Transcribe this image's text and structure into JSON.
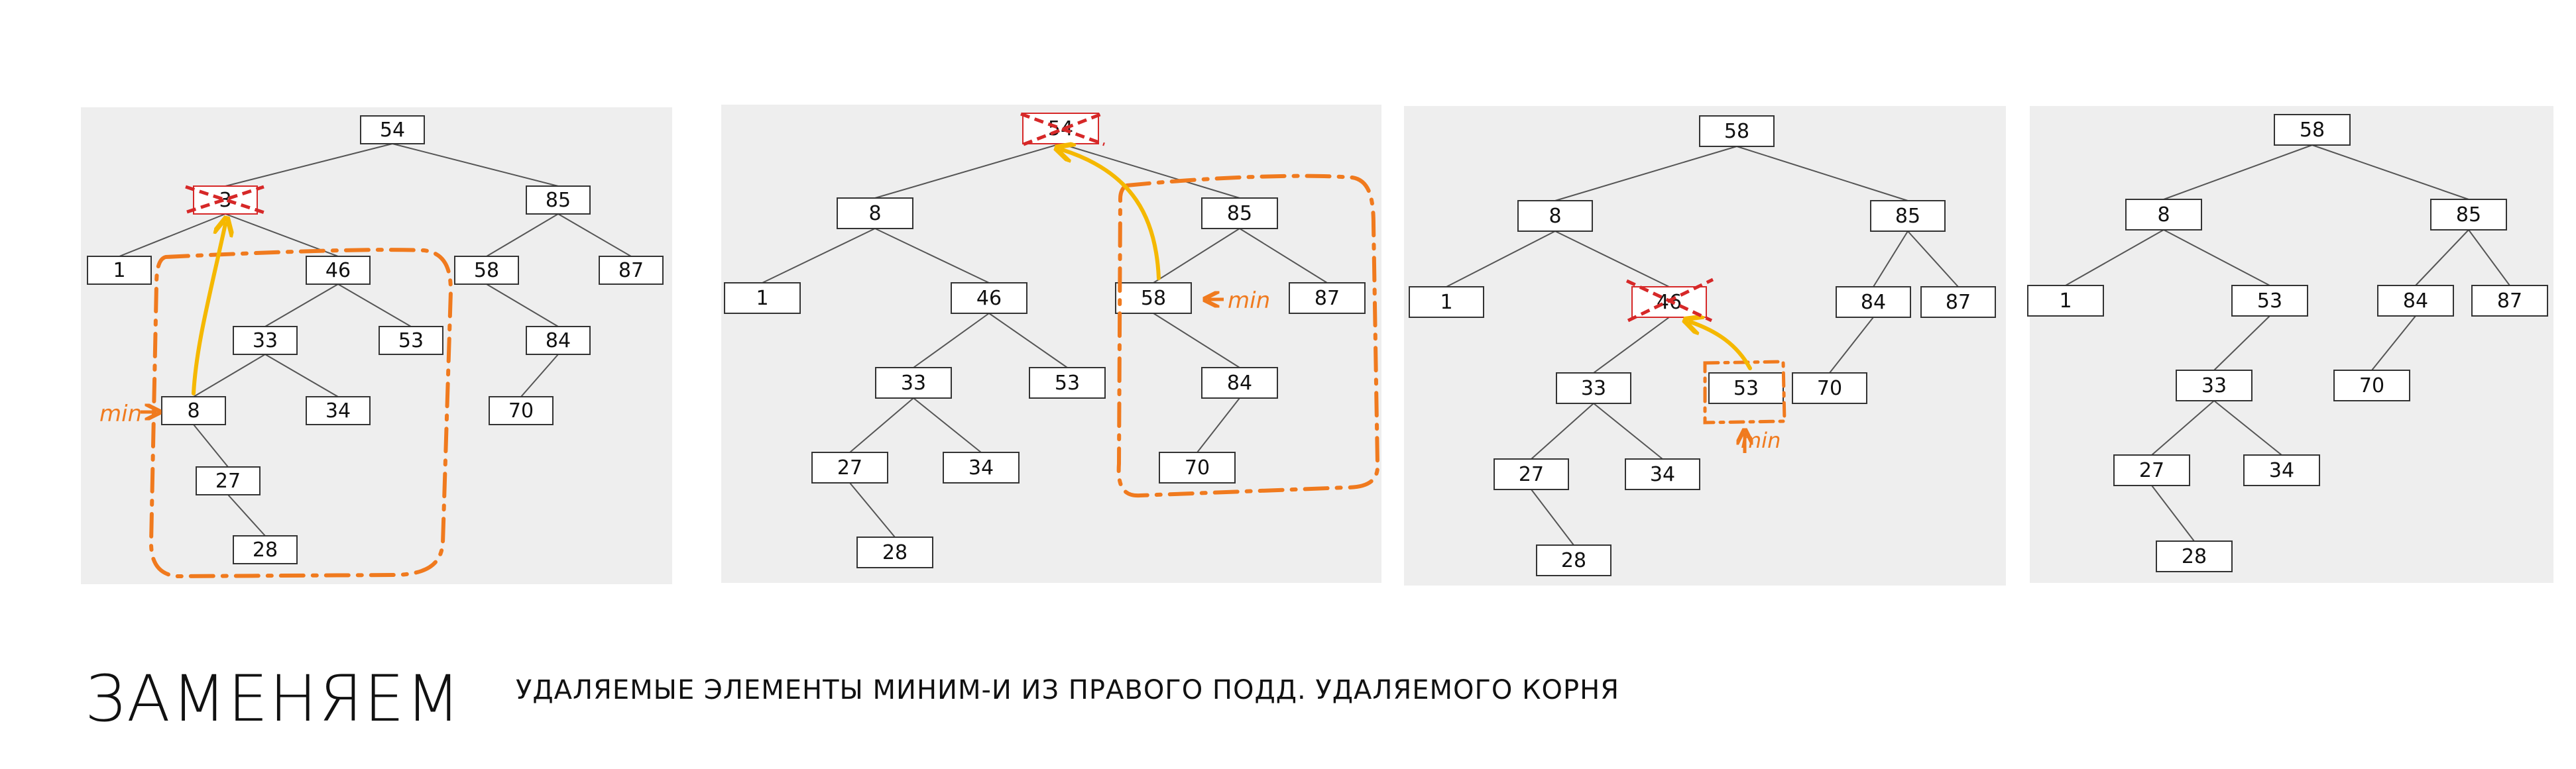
{
  "panels": [
    {
      "id": "panel-1",
      "nodes": [
        {
          "id": "n54",
          "label": "54"
        },
        {
          "id": "n3",
          "label": "3",
          "deleted": true
        },
        {
          "id": "n85",
          "label": "85"
        },
        {
          "id": "n1",
          "label": "1"
        },
        {
          "id": "n46",
          "label": "46"
        },
        {
          "id": "n58",
          "label": "58"
        },
        {
          "id": "n87",
          "label": "87"
        },
        {
          "id": "n33",
          "label": "33"
        },
        {
          "id": "n53",
          "label": "53"
        },
        {
          "id": "n84",
          "label": "84"
        },
        {
          "id": "n8",
          "label": "8"
        },
        {
          "id": "n34",
          "label": "34"
        },
        {
          "id": "n70",
          "label": "70"
        },
        {
          "id": "n27",
          "label": "27"
        },
        {
          "id": "n28",
          "label": "28"
        }
      ],
      "edges": [
        [
          "n54",
          "n3"
        ],
        [
          "n54",
          "n85"
        ],
        [
          "n3",
          "n1"
        ],
        [
          "n3",
          "n46"
        ],
        [
          "n85",
          "n58"
        ],
        [
          "n85",
          "n87"
        ],
        [
          "n46",
          "n33"
        ],
        [
          "n46",
          "n53"
        ],
        [
          "n58",
          "n84"
        ],
        [
          "n33",
          "n8"
        ],
        [
          "n33",
          "n34"
        ],
        [
          "n84",
          "n70"
        ],
        [
          "n8",
          "n27"
        ],
        [
          "n27",
          "n28"
        ]
      ],
      "min_label": "min"
    },
    {
      "id": "panel-2",
      "nodes": [
        {
          "id": "n54",
          "label": "54",
          "deleted": true
        },
        {
          "id": "n8",
          "label": "8"
        },
        {
          "id": "n85",
          "label": "85"
        },
        {
          "id": "n1",
          "label": "1"
        },
        {
          "id": "n46",
          "label": "46"
        },
        {
          "id": "n58",
          "label": "58"
        },
        {
          "id": "n87",
          "label": "87"
        },
        {
          "id": "n33",
          "label": "33"
        },
        {
          "id": "n53",
          "label": "53"
        },
        {
          "id": "n84",
          "label": "84"
        },
        {
          "id": "n27",
          "label": "27"
        },
        {
          "id": "n34",
          "label": "34"
        },
        {
          "id": "n70",
          "label": "70"
        },
        {
          "id": "n28",
          "label": "28"
        }
      ],
      "edges": [
        [
          "n54",
          "n8"
        ],
        [
          "n54",
          "n85"
        ],
        [
          "n8",
          "n1"
        ],
        [
          "n8",
          "n46"
        ],
        [
          "n85",
          "n58"
        ],
        [
          "n85",
          "n87"
        ],
        [
          "n46",
          "n33"
        ],
        [
          "n46",
          "n53"
        ],
        [
          "n58",
          "n84"
        ],
        [
          "n33",
          "n27"
        ],
        [
          "n33",
          "n34"
        ],
        [
          "n84",
          "n70"
        ],
        [
          "n27",
          "n28"
        ]
      ],
      "min_label": "min"
    },
    {
      "id": "panel-3",
      "nodes": [
        {
          "id": "n58",
          "label": "58"
        },
        {
          "id": "n8",
          "label": "8"
        },
        {
          "id": "n85",
          "label": "85"
        },
        {
          "id": "n1",
          "label": "1"
        },
        {
          "id": "n46",
          "label": "46",
          "deleted": true
        },
        {
          "id": "n84",
          "label": "84"
        },
        {
          "id": "n87",
          "label": "87"
        },
        {
          "id": "n33",
          "label": "33"
        },
        {
          "id": "n53",
          "label": "53"
        },
        {
          "id": "n70",
          "label": "70"
        },
        {
          "id": "n27",
          "label": "27"
        },
        {
          "id": "n34",
          "label": "34"
        },
        {
          "id": "n28",
          "label": "28"
        }
      ],
      "edges": [
        [
          "n58",
          "n8"
        ],
        [
          "n58",
          "n85"
        ],
        [
          "n8",
          "n1"
        ],
        [
          "n8",
          "n46"
        ],
        [
          "n85",
          "n84"
        ],
        [
          "n85",
          "n87"
        ],
        [
          "n46",
          "n33"
        ],
        [
          "n84",
          "n70"
        ],
        [
          "n33",
          "n27"
        ],
        [
          "n33",
          "n34"
        ],
        [
          "n27",
          "n28"
        ]
      ],
      "min_label": "min"
    },
    {
      "id": "panel-4",
      "nodes": [
        {
          "id": "n58",
          "label": "58"
        },
        {
          "id": "n8",
          "label": "8"
        },
        {
          "id": "n85",
          "label": "85"
        },
        {
          "id": "n1",
          "label": "1"
        },
        {
          "id": "n53",
          "label": "53"
        },
        {
          "id": "n84",
          "label": "84"
        },
        {
          "id": "n87",
          "label": "87"
        },
        {
          "id": "n33",
          "label": "33"
        },
        {
          "id": "n70",
          "label": "70"
        },
        {
          "id": "n27",
          "label": "27"
        },
        {
          "id": "n34",
          "label": "34"
        },
        {
          "id": "n28",
          "label": "28"
        }
      ],
      "edges": [
        [
          "n58",
          "n8"
        ],
        [
          "n58",
          "n85"
        ],
        [
          "n8",
          "n1"
        ],
        [
          "n8",
          "n53"
        ],
        [
          "n85",
          "n84"
        ],
        [
          "n85",
          "n87"
        ],
        [
          "n53",
          "n33"
        ],
        [
          "n84",
          "n70"
        ],
        [
          "n33",
          "n27"
        ],
        [
          "n33",
          "n34"
        ],
        [
          "n27",
          "n28"
        ]
      ]
    }
  ],
  "caption": {
    "title": "ЗАМЕНЯЕМ",
    "text": "удаляемые элементы миним-и из правого подд. удаляемого корня"
  },
  "colors": {
    "panel_bg": "#eeeeee",
    "node_fill": "#ffffff",
    "node_stroke": "#333333",
    "edge": "#555555",
    "delete_mark": "#d62828",
    "move_arrow": "#f5b800",
    "subtree_outline": "#f07a1e"
  }
}
